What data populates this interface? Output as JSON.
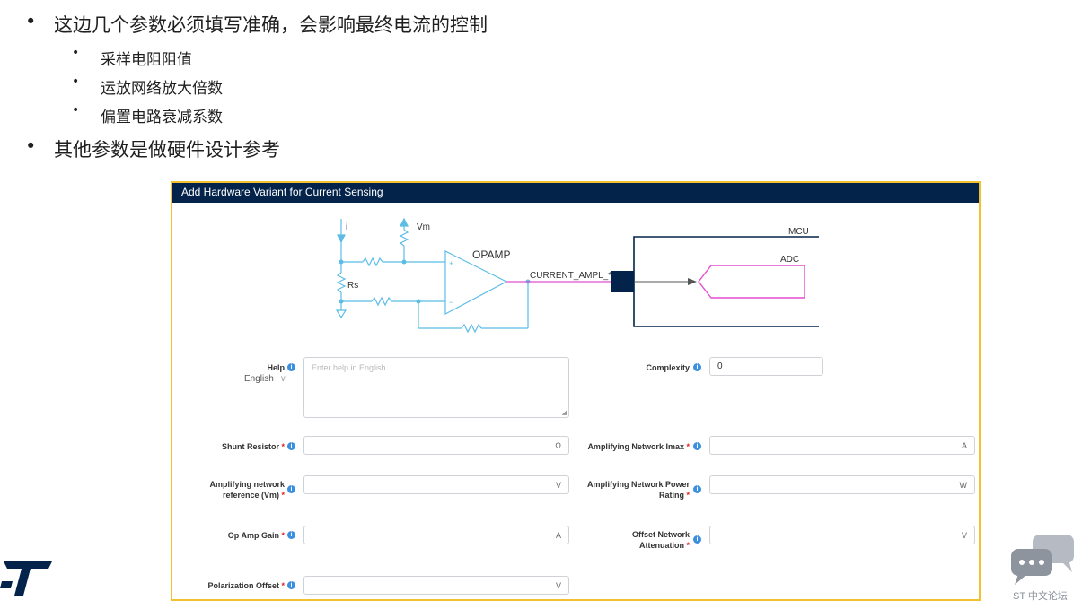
{
  "slide": {
    "bullets": [
      {
        "text": "这边几个参数必须填写准确，会影响最终电流的控制",
        "children": [
          "采样电阻阻值",
          "运放网络放大倍数",
          "偏置电路衰减系数"
        ]
      },
      {
        "text": "其他参数是做硬件设计参考",
        "children": []
      }
    ],
    "bullet_glyph": "•"
  },
  "dialog": {
    "title": "Add Hardware Variant for Current Sensing",
    "diagram": {
      "current_label": "i",
      "vm_label": "Vm",
      "rs_label": "Rs",
      "opamp_label": "OPAMP",
      "plus_label": "+",
      "minus_label": "−",
      "signal_label": "CURRENT_AMPL_*",
      "mcu_label": "MCU",
      "adc_label": "ADC"
    },
    "form": {
      "help": {
        "label": "Help",
        "language": "English",
        "placeholder": "Enter help in English"
      },
      "complexity": {
        "label": "Complexity",
        "value": "0"
      },
      "shunt_resistor": {
        "label": "Shunt Resistor",
        "unit": "Ω"
      },
      "amp_network_imax": {
        "label": "Amplifying Network Imax",
        "unit": "A"
      },
      "amp_network_ref_line1": "Amplifying network",
      "amp_network_ref_line2": "reference (Vm)",
      "amp_network_ref_unit": "V",
      "amp_power_rating_line1": "Amplifying Network Power",
      "amp_power_rating_line2": "Rating",
      "amp_power_rating_unit": "W",
      "op_amp_gain": {
        "label": "Op Amp Gain",
        "unit": "A"
      },
      "offset_attenuation_line1": "Offset Network",
      "offset_attenuation_line2": "Attenuation",
      "offset_attenuation_unit": "V",
      "polarization_offset": {
        "label": "Polarization Offset",
        "unit": "V"
      },
      "required_mark": "*",
      "info_glyph": "i",
      "dropdown_glyph": "∨"
    }
  },
  "branding": {
    "forum_text": "ST 中文论坛"
  },
  "colors": {
    "header_bg": "#03234b",
    "panel_border": "#f2c12e",
    "circuit_blue": "#5bbde6",
    "adc_pink": "#e24fd1",
    "info_blue": "#3b8fe0",
    "st_logo": "#03234b"
  }
}
